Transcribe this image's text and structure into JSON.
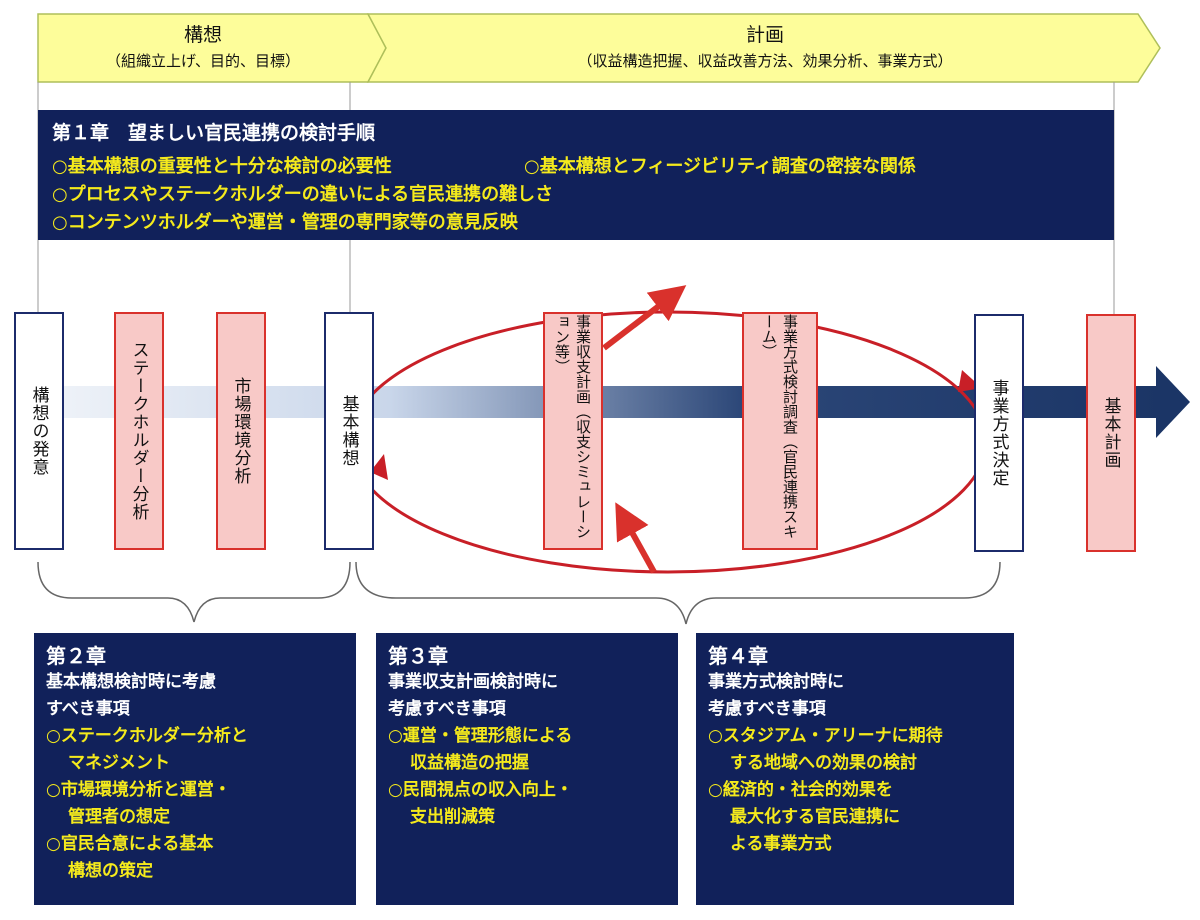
{
  "phases": {
    "kousou": {
      "title": "構想",
      "sub": "（組織立上げ、目的、目標）"
    },
    "keikaku": {
      "title": "計画",
      "sub": "（収益構造把握、収益改善方法、効果分析、事業方式）"
    }
  },
  "chapter1": {
    "title": "第１章　望ましい官民連携の検討手順",
    "points": [
      "○基本構想の重要性と十分な検討の必要性",
      "○基本構想とフィージビリティ調査の密接な関係",
      "○プロセスやステークホルダーの違いによる官民連携の難しさ",
      "○コンテンツホルダーや運営・管理の専門家等の意見反映"
    ]
  },
  "steps": {
    "hatsui": "構想の発意",
    "stakeholder": "ステークホルダー分析",
    "market": "市場環境分析",
    "kihon_kousou": "基本構想",
    "shushi": "事業収支計画（収支シミュレーション等）",
    "houshiki_chousa": "事業方式検討調査（官民連携スキーム）",
    "houshiki_kettei": "事業方式決定",
    "kihon_keikaku": "基本計画"
  },
  "chapter2": {
    "heading": "第２章",
    "subtitle": [
      "基本構想検討時に考慮",
      "すべき事項"
    ],
    "items": [
      [
        "○ステークホルダー分析と",
        "マネジメント"
      ],
      [
        "○市場環境分析と運営・",
        "管理者の想定"
      ],
      [
        "○官民合意による基本",
        "構想の策定"
      ]
    ]
  },
  "chapter3": {
    "heading": "第３章",
    "subtitle": [
      "事業収支計画検討時に",
      "考慮すべき事項"
    ],
    "items": [
      [
        "○運営・管理形態による",
        "収益構造の把握"
      ],
      [
        "○民間視点の収入向上・",
        "支出削減策"
      ]
    ]
  },
  "chapter4": {
    "heading": "第４章",
    "subtitle": [
      "事業方式検討時に",
      "考慮すべき事項"
    ],
    "items": [
      [
        "○スタジアム・アリーナに期待",
        "する地域への効果の検討"
      ],
      [
        "○経済的・社会的効果を",
        "最大化する官民連携に",
        "よる事業方式"
      ]
    ]
  },
  "colors": {
    "navy": "#11215a",
    "yellow_text": "#f5ea1c",
    "phase_fill": "#fdfd9a",
    "red": "#d9312c",
    "pink": "#f8c9c7"
  }
}
